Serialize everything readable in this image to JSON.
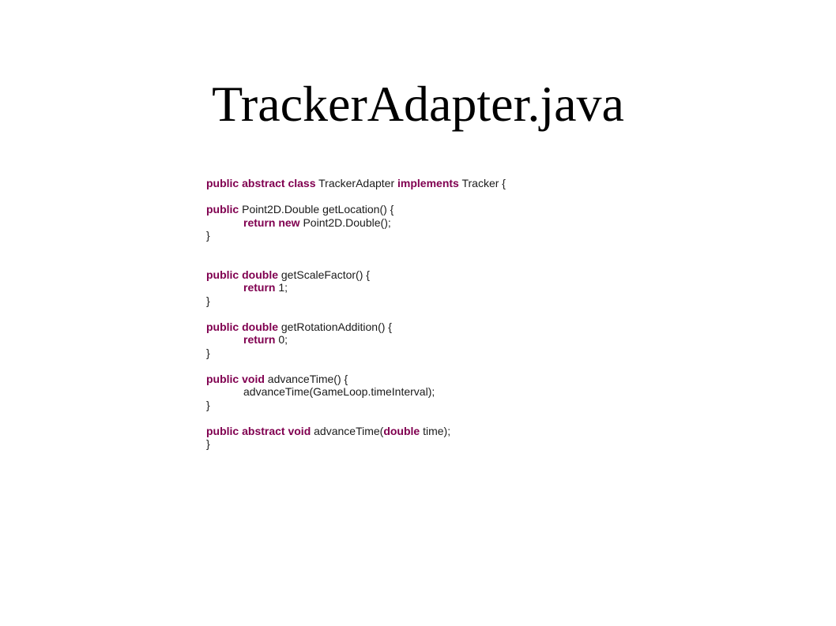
{
  "slide": {
    "title": "TrackerAdapter.java"
  },
  "colors": {
    "keyword": "#800050",
    "text": "#1a1a1a",
    "background": "#ffffff"
  },
  "code": {
    "l1_kw": "public abstract class",
    "l1_txt": " TrackerAdapter ",
    "l1_kw2": "implements",
    "l1_txt2": " Tracker {",
    "l3_kw": "public",
    "l3_txt": " Point2D.Double getLocation() {",
    "l4_kw": "return new",
    "l4_txt": " Point2D.Double();",
    "l5_txt": "}",
    "l8_kw": "public double",
    "l8_txt": " getScaleFactor() {",
    "l9_kw": "return",
    "l9_txt": " 1;",
    "l10_txt": "}",
    "l12_kw": "public double",
    "l12_txt": " getRotationAddition() {",
    "l13_kw": "return",
    "l13_txt": " 0;",
    "l14_txt": "}",
    "l16_kw": "public void",
    "l16_txt": " advanceTime() {",
    "l17_txt": "advanceTime(GameLoop.timeInterval);",
    "l18_txt": "}",
    "l20_kw": "public abstract void",
    "l20_txt": " advanceTime(",
    "l20_kw2": "double",
    "l20_txt2": " time);",
    "l21_txt": "}"
  }
}
